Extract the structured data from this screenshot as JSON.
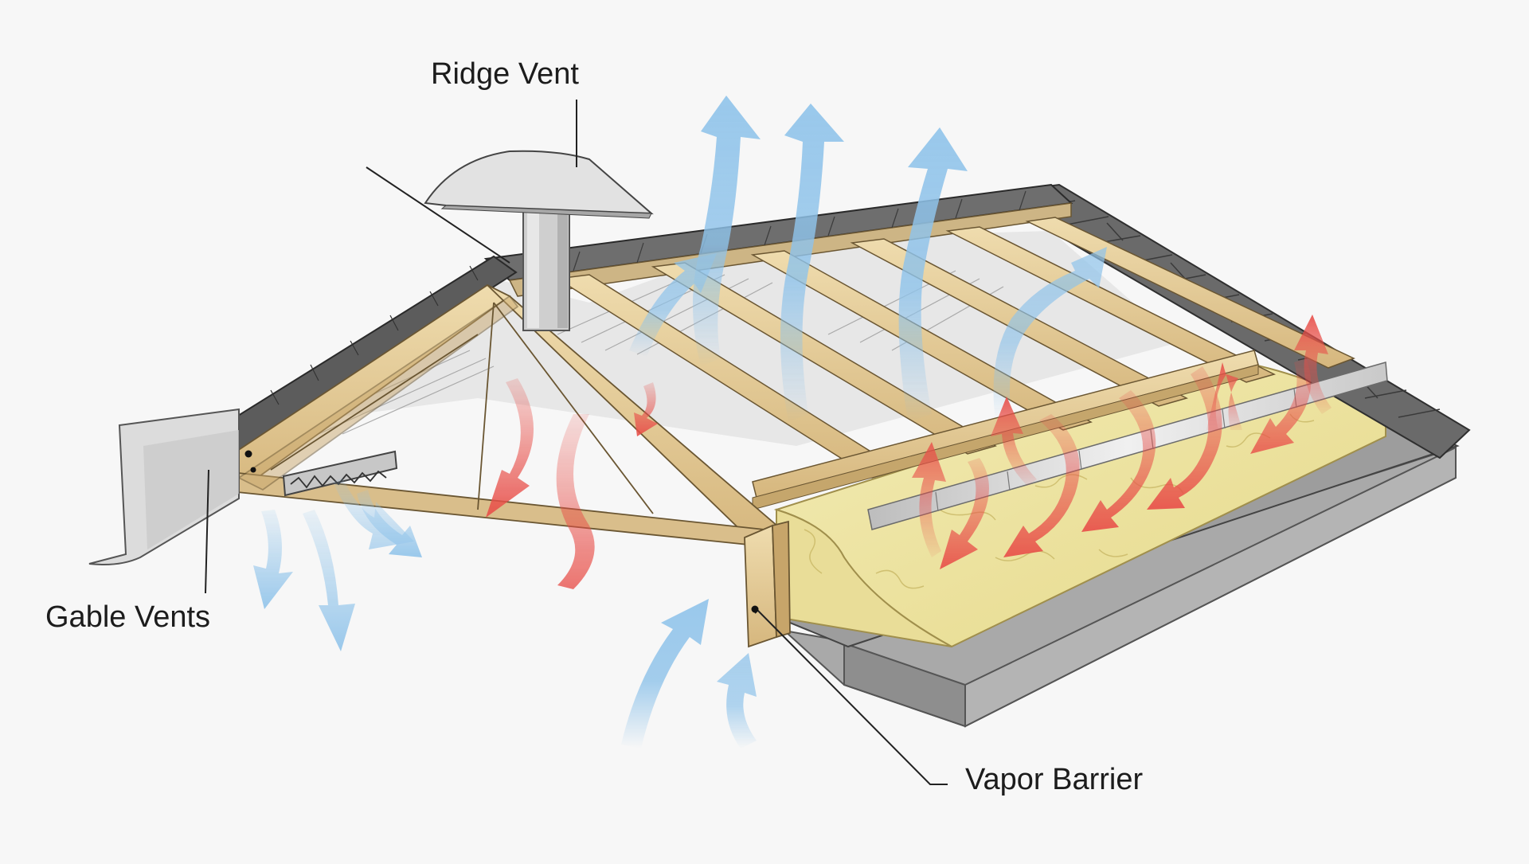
{
  "diagram": {
    "labels": {
      "ridge_vent": "Ridge Vent",
      "gable_vents": "Gable Vents",
      "vapor_barrier": "Vapor Barrier"
    },
    "colors": {
      "background": "#f7f7f7",
      "shingle": "#5c5c5c",
      "lumber": "#e2c896",
      "insulation": "#ece3a0",
      "vent_metal": "#d7d7d7",
      "ceiling": "#a9a9a9",
      "cool_air": "#8fc3ea",
      "warm_air": "#e8504a",
      "leader_line": "#222222"
    },
    "icons": {
      "cool_airflow": "arrow-up-icon",
      "warm_airflow": "arrow-down-icon"
    }
  }
}
